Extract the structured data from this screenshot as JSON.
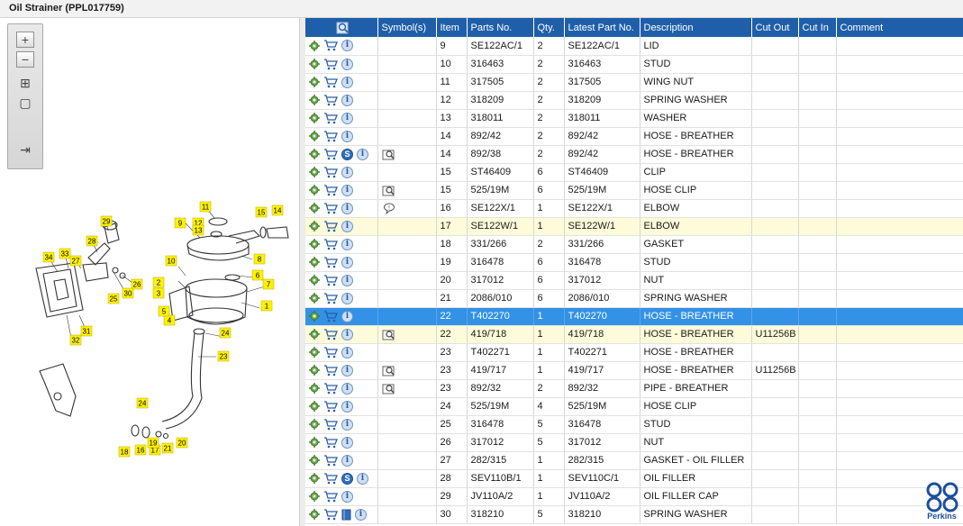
{
  "window": {
    "title": "Oil Strainer (PPL017759)"
  },
  "colors": {
    "header": "#1f5fa9",
    "selected": "#3391e6",
    "highlight": "#fdfbd9",
    "brand": "#1d4f9a"
  },
  "zoom_controls": [
    {
      "name": "zoom-in-button",
      "icon": "zoom-in-icon",
      "glyph": "+"
    },
    {
      "name": "zoom-out-button",
      "icon": "zoom-out-icon",
      "glyph": "−"
    },
    {
      "name": "fit-all-button",
      "icon": "fit-all-icon",
      "glyph": "⊞"
    },
    {
      "name": "fit-window-button",
      "icon": "fit-window-icon",
      "glyph": "▢"
    },
    {
      "name": "export-button",
      "icon": "export-icon",
      "glyph": "⇥"
    }
  ],
  "diagram": {
    "callouts": [
      "1",
      "2",
      "3",
      "4",
      "5",
      "6",
      "7",
      "8",
      "9",
      "10",
      "11",
      "12",
      "13",
      "14",
      "15",
      "16",
      "17",
      "18",
      "19",
      "20",
      "21",
      "23",
      "24",
      "24",
      "25",
      "26",
      "27",
      "28",
      "29",
      "30",
      "31",
      "32",
      "33",
      "34"
    ]
  },
  "table": {
    "headers": [
      "",
      "Symbol(s)",
      "Item",
      "Parts No.",
      "Qty.",
      "Latest Part No.",
      "Description",
      "Cut Out",
      "Cut In",
      "Comment"
    ],
    "rows": [
      {
        "icons": [
          "gear",
          "cart",
          "info"
        ],
        "sym": "",
        "item": "9",
        "part": "SE122AC/1",
        "qty": "2",
        "latest": "SE122AC/1",
        "desc": "LID",
        "cut_out": "",
        "cut_in": "",
        "comment": "",
        "state": ""
      },
      {
        "icons": [
          "gear",
          "cart",
          "info"
        ],
        "sym": "",
        "item": "10",
        "part": "316463",
        "qty": "2",
        "latest": "316463",
        "desc": "STUD",
        "cut_out": "",
        "cut_in": "",
        "comment": "",
        "state": ""
      },
      {
        "icons": [
          "gear",
          "cart",
          "info"
        ],
        "sym": "",
        "item": "11",
        "part": "317505",
        "qty": "2",
        "latest": "317505",
        "desc": "WING NUT",
        "cut_out": "",
        "cut_in": "",
        "comment": "",
        "state": ""
      },
      {
        "icons": [
          "gear",
          "cart",
          "info"
        ],
        "sym": "",
        "item": "12",
        "part": "318209",
        "qty": "2",
        "latest": "318209",
        "desc": "SPRING WASHER",
        "cut_out": "",
        "cut_in": "",
        "comment": "",
        "state": ""
      },
      {
        "icons": [
          "gear",
          "cart",
          "info"
        ],
        "sym": "",
        "item": "13",
        "part": "318011",
        "qty": "2",
        "latest": "318011",
        "desc": "WASHER",
        "cut_out": "",
        "cut_in": "",
        "comment": "",
        "state": ""
      },
      {
        "icons": [
          "gear",
          "cart",
          "info"
        ],
        "sym": "",
        "item": "14",
        "part": "892/42",
        "qty": "2",
        "latest": "892/42",
        "desc": "HOSE - BREATHER",
        "cut_out": "",
        "cut_in": "",
        "comment": "",
        "state": ""
      },
      {
        "icons": [
          "gear",
          "cart",
          "s",
          "info"
        ],
        "sym": "magnifier",
        "item": "14",
        "part": "892/38",
        "qty": "2",
        "latest": "892/42",
        "desc": "HOSE - BREATHER",
        "cut_out": "",
        "cut_in": "",
        "comment": "",
        "state": ""
      },
      {
        "icons": [
          "gear",
          "cart",
          "info"
        ],
        "sym": "",
        "item": "15",
        "part": "ST46409",
        "qty": "6",
        "latest": "ST46409",
        "desc": "CLIP",
        "cut_out": "",
        "cut_in": "",
        "comment": "",
        "state": ""
      },
      {
        "icons": [
          "gear",
          "cart",
          "info"
        ],
        "sym": "magnifier",
        "item": "15",
        "part": "525/19M",
        "qty": "6",
        "latest": "525/19M",
        "desc": "HOSE CLIP",
        "cut_out": "",
        "cut_in": "",
        "comment": "",
        "state": ""
      },
      {
        "icons": [
          "gear",
          "cart",
          "info"
        ],
        "sym": "balloon",
        "item": "16",
        "part": "SE122X/1",
        "qty": "1",
        "latest": "SE122X/1",
        "desc": "ELBOW",
        "cut_out": "",
        "cut_in": "",
        "comment": "",
        "state": ""
      },
      {
        "icons": [
          "gear",
          "cart",
          "info"
        ],
        "sym": "",
        "item": "17",
        "part": "SE122W/1",
        "qty": "1",
        "latest": "SE122W/1",
        "desc": "ELBOW",
        "cut_out": "",
        "cut_in": "",
        "comment": "",
        "state": "hl"
      },
      {
        "icons": [
          "gear",
          "cart",
          "info"
        ],
        "sym": "",
        "item": "18",
        "part": "331/266",
        "qty": "2",
        "latest": "331/266",
        "desc": "GASKET",
        "cut_out": "",
        "cut_in": "",
        "comment": "",
        "state": ""
      },
      {
        "icons": [
          "gear",
          "cart",
          "info"
        ],
        "sym": "",
        "item": "19",
        "part": "316478",
        "qty": "6",
        "latest": "316478",
        "desc": "STUD",
        "cut_out": "",
        "cut_in": "",
        "comment": "",
        "state": ""
      },
      {
        "icons": [
          "gear",
          "cart",
          "info"
        ],
        "sym": "",
        "item": "20",
        "part": "317012",
        "qty": "6",
        "latest": "317012",
        "desc": "NUT",
        "cut_out": "",
        "cut_in": "",
        "comment": "",
        "state": ""
      },
      {
        "icons": [
          "gear",
          "cart",
          "info"
        ],
        "sym": "",
        "item": "21",
        "part": "2086/010",
        "qty": "6",
        "latest": "2086/010",
        "desc": "SPRING WASHER",
        "cut_out": "",
        "cut_in": "",
        "comment": "",
        "state": ""
      },
      {
        "icons": [
          "gear",
          "cart",
          "info"
        ],
        "sym": "",
        "item": "22",
        "part": "T402270",
        "qty": "1",
        "latest": "T402270",
        "desc": "HOSE - BREATHER",
        "cut_out": "",
        "cut_in": "",
        "comment": "",
        "state": "sel"
      },
      {
        "icons": [
          "gear",
          "cart",
          "info"
        ],
        "sym": "magnifier",
        "item": "22",
        "part": "419/718",
        "qty": "1",
        "latest": "419/718",
        "desc": "HOSE - BREATHER",
        "cut_out": "U11256B",
        "cut_in": "",
        "comment": "",
        "state": "hl"
      },
      {
        "icons": [
          "gear",
          "cart",
          "info"
        ],
        "sym": "",
        "item": "23",
        "part": "T402271",
        "qty": "1",
        "latest": "T402271",
        "desc": "HOSE - BREATHER",
        "cut_out": "",
        "cut_in": "",
        "comment": "",
        "state": ""
      },
      {
        "icons": [
          "gear",
          "cart",
          "info"
        ],
        "sym": "magnifier",
        "item": "23",
        "part": "419/717",
        "qty": "1",
        "latest": "419/717",
        "desc": "HOSE - BREATHER",
        "cut_out": "U11256B",
        "cut_in": "",
        "comment": "",
        "state": ""
      },
      {
        "icons": [
          "gear",
          "cart",
          "info"
        ],
        "sym": "magnifier",
        "item": "23",
        "part": "892/32",
        "qty": "2",
        "latest": "892/32",
        "desc": "PIPE - BREATHER",
        "cut_out": "",
        "cut_in": "",
        "comment": "",
        "state": ""
      },
      {
        "icons": [
          "gear",
          "cart",
          "info"
        ],
        "sym": "",
        "item": "24",
        "part": "525/19M",
        "qty": "4",
        "latest": "525/19M",
        "desc": "HOSE CLIP",
        "cut_out": "",
        "cut_in": "",
        "comment": "",
        "state": ""
      },
      {
        "icons": [
          "gear",
          "cart",
          "info"
        ],
        "sym": "",
        "item": "25",
        "part": "316478",
        "qty": "5",
        "latest": "316478",
        "desc": "STUD",
        "cut_out": "",
        "cut_in": "",
        "comment": "",
        "state": ""
      },
      {
        "icons": [
          "gear",
          "cart",
          "info"
        ],
        "sym": "",
        "item": "26",
        "part": "317012",
        "qty": "5",
        "latest": "317012",
        "desc": "NUT",
        "cut_out": "",
        "cut_in": "",
        "comment": "",
        "state": ""
      },
      {
        "icons": [
          "gear",
          "cart",
          "info"
        ],
        "sym": "",
        "item": "27",
        "part": "282/315",
        "qty": "1",
        "latest": "282/315",
        "desc": "GASKET - OIL FILLER",
        "cut_out": "",
        "cut_in": "",
        "comment": "",
        "state": ""
      },
      {
        "icons": [
          "gear",
          "cart",
          "s",
          "info"
        ],
        "sym": "",
        "item": "28",
        "part": "SEV110B/1",
        "qty": "1",
        "latest": "SEV110C/1",
        "desc": "OIL FILLER",
        "cut_out": "",
        "cut_in": "",
        "comment": "",
        "state": ""
      },
      {
        "icons": [
          "gear",
          "cart",
          "info"
        ],
        "sym": "",
        "item": "29",
        "part": "JV110A/2",
        "qty": "1",
        "latest": "JV110A/2",
        "desc": "OIL FILLER CAP",
        "cut_out": "",
        "cut_in": "",
        "comment": "",
        "state": ""
      },
      {
        "icons": [
          "gear",
          "cart",
          "book",
          "info"
        ],
        "sym": "",
        "item": "30",
        "part": "318210",
        "qty": "5",
        "latest": "318210",
        "desc": "SPRING WASHER",
        "cut_out": "",
        "cut_in": "",
        "comment": "",
        "state": ""
      }
    ]
  },
  "brand": {
    "name": "Perkins"
  }
}
